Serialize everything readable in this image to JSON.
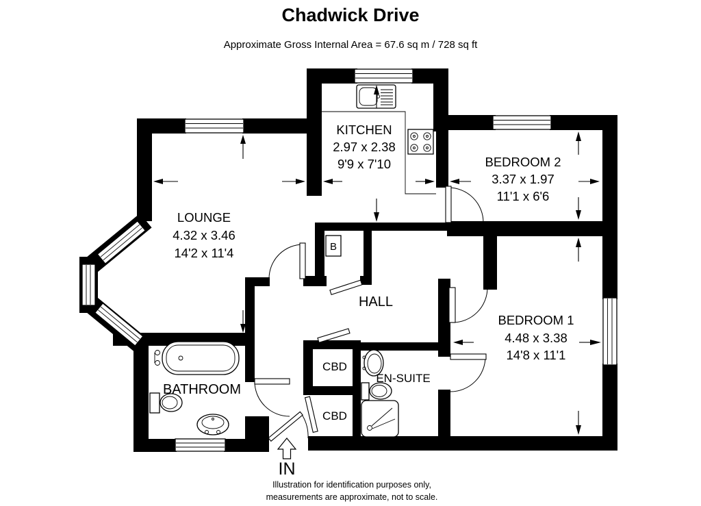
{
  "title": "Chadwick Drive",
  "subtitle": "Approximate Gross Internal Area =  67.6 sq m / 728 sq ft",
  "rooms": {
    "lounge": {
      "name": "LOUNGE",
      "size_metric": "4.32 x 3.46",
      "size_imperial": "14'2 x 11'4"
    },
    "kitchen": {
      "name": "KITCHEN",
      "size_metric": "2.97 x 2.38",
      "size_imperial": "9'9 x 7'10"
    },
    "bedroom2": {
      "name": "BEDROOM 2",
      "size_metric": "3.37 x 1.97",
      "size_imperial": "11'1 x 6'6"
    },
    "bedroom1": {
      "name": "BEDROOM 1",
      "size_metric": "4.48 x 3.38",
      "size_imperial": "14'8 x 11'1"
    },
    "hall": {
      "name": "HALL"
    },
    "bathroom": {
      "name": "BATHROOM"
    },
    "ensuite": {
      "name": "EN-SUITE"
    },
    "cupboard_upper": {
      "name": "CBD"
    },
    "cupboard_lower": {
      "name": "CBD"
    },
    "boiler": {
      "name": "B"
    }
  },
  "entrance_label": "IN",
  "footer_line1": "Illustration for identification purposes only,",
  "footer_line2": "measurements are approximate, not to scale.",
  "colors": {
    "wall": "#000000",
    "background": "#ffffff",
    "text": "#000000"
  }
}
